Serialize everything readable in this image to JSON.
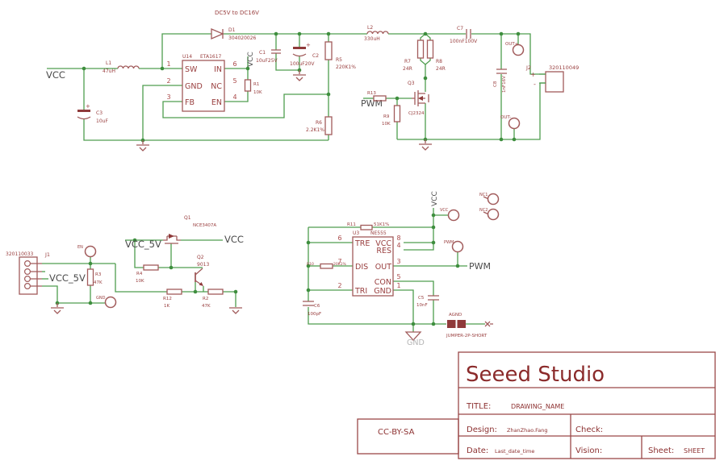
{
  "sheet": {
    "note": "DC5V to DC16V"
  },
  "nets": {
    "vcc": "VCC",
    "vcc5v": "VCC_5V",
    "pwm": "PWM",
    "gnd": "GND"
  },
  "tp": {
    "en": "EN",
    "gnd": "GND",
    "vcc": "VCC",
    "pwm": "PWM",
    "nc1": "NC1",
    "nc2": "NC2",
    "outp": "OUT+",
    "outn": "OUT-"
  },
  "jumper": {
    "name": "AGND",
    "part": "JUMPER-2P-SHORT"
  },
  "c": {
    "L1": {
      "ref": "L1",
      "val": "47uH"
    },
    "L2": {
      "ref": "L2",
      "val": "330uH"
    },
    "C1": {
      "ref": "C1",
      "val": "10uF25V"
    },
    "C2": {
      "ref": "C2",
      "val": "100uF20V"
    },
    "C3": {
      "ref": "C3",
      "val": "10uF"
    },
    "C5": {
      "ref": "C5",
      "val": "10nF"
    },
    "C6": {
      "ref": "C6",
      "val": "100pF"
    },
    "C7": {
      "ref": "C7",
      "val": "100nF100V"
    },
    "C8": {
      "ref": "C8",
      "val": "1nF16V"
    },
    "R1": {
      "ref": "R1",
      "val": "10K"
    },
    "R2": {
      "ref": "R2",
      "val": "47K"
    },
    "R3": {
      "ref": "R3",
      "val": "47K"
    },
    "R4": {
      "ref": "R4",
      "val": "10K"
    },
    "R5": {
      "ref": "R5",
      "val": "220K1%"
    },
    "R6": {
      "ref": "R6",
      "val": "2.2K1%"
    },
    "R7": {
      "ref": "R7",
      "val": "24R"
    },
    "R8": {
      "ref": "R8",
      "val": "24R"
    },
    "R9": {
      "ref": "R9",
      "val": "10K"
    },
    "R10": {
      "ref": "R10",
      "val": "20K1%"
    },
    "R11": {
      "ref": "R11",
      "val": "51K1%"
    },
    "R12": {
      "ref": "R12",
      "val": "1K"
    },
    "R13": {
      "ref": "R13",
      "val": ""
    },
    "D1": {
      "ref": "D1",
      "val": "304020026"
    },
    "Q1": {
      "ref": "Q1",
      "val": "NCE3407A"
    },
    "Q2": {
      "ref": "Q2",
      "val": "9013"
    },
    "Q3": {
      "ref": "Q3",
      "val": "CJ2324"
    },
    "U14": {
      "ref": "U14",
      "val": "ETA1617",
      "pins": {
        "sw": {
          "n": "1",
          "l": "SW"
        },
        "gnd": {
          "n": "2",
          "l": "GND"
        },
        "fb": {
          "n": "3",
          "l": "FB"
        },
        "in": {
          "n": "6",
          "l": "IN"
        },
        "nc": {
          "n": "5",
          "l": "NC"
        },
        "en": {
          "n": "4",
          "l": "EN"
        }
      }
    },
    "U3": {
      "ref": "U3",
      "val": "NE555",
      "pins": {
        "tre": {
          "n": "6",
          "l": "TRE"
        },
        "dis": {
          "n": "7",
          "l": "DIS"
        },
        "tri": {
          "n": "2",
          "l": "TRI"
        },
        "vcc": {
          "n": "8",
          "l": "VCC"
        },
        "res": {
          "n": "4",
          "l": "RES"
        },
        "out": {
          "n": "3",
          "l": "OUT"
        },
        "con": {
          "n": "5",
          "l": "CON"
        },
        "gnd": {
          "n": "1",
          "l": "GND"
        }
      }
    },
    "J1": {
      "ref": "J1",
      "part": "320110033"
    },
    "J2": {
      "ref": "J2",
      "part": "320110049",
      "pos": "+",
      "neg": "-"
    }
  },
  "tb": {
    "company": "Seeed Studio",
    "title_label": "TITLE:",
    "title": "DRAWING_NAME",
    "design_label": "Design:",
    "design": "ZhanZhao.Fang",
    "check_label": "Check:",
    "date_label": "Date:",
    "date": "Last_date_time",
    "vision_label": "Vision:",
    "sheet_label": "Sheet:",
    "sheet": "SHEET",
    "license": "CC-BY-SA"
  }
}
